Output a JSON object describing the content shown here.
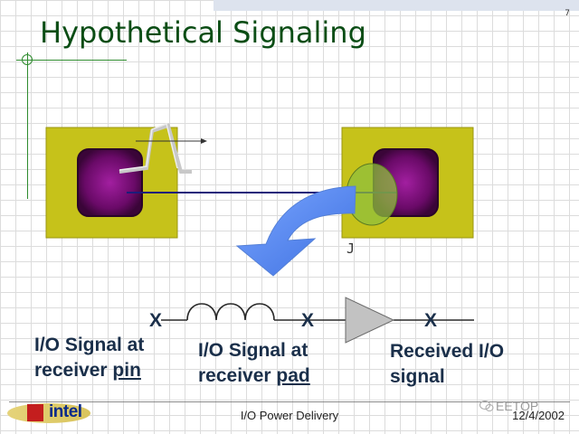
{
  "slide": {
    "title": "Hypothetical Signaling",
    "number": "7",
    "j_marker": "J",
    "x_marks": [
      "X",
      "X",
      "X"
    ],
    "labels": {
      "pin": {
        "line1": "I/O Signal at",
        "line2_prefix": "receiver ",
        "line2_underlined": "pin"
      },
      "pad": {
        "line1": "I/O Signal at",
        "line2_prefix": "receiver ",
        "line2_underlined": "pad"
      },
      "received": {
        "line1": "Received I/O",
        "line2": "signal"
      }
    }
  },
  "footer": {
    "logo_text": "intel",
    "center": "I/O Power Delivery",
    "date": "12/4/2002",
    "watermark": "EETOP"
  },
  "colors": {
    "title": "#0b4d15",
    "package": "#c6c21a",
    "die": "#7a0c78",
    "arrow": "#5b8ef0",
    "label_text": "#1a2f4a",
    "trace": "#1c1c7a"
  }
}
